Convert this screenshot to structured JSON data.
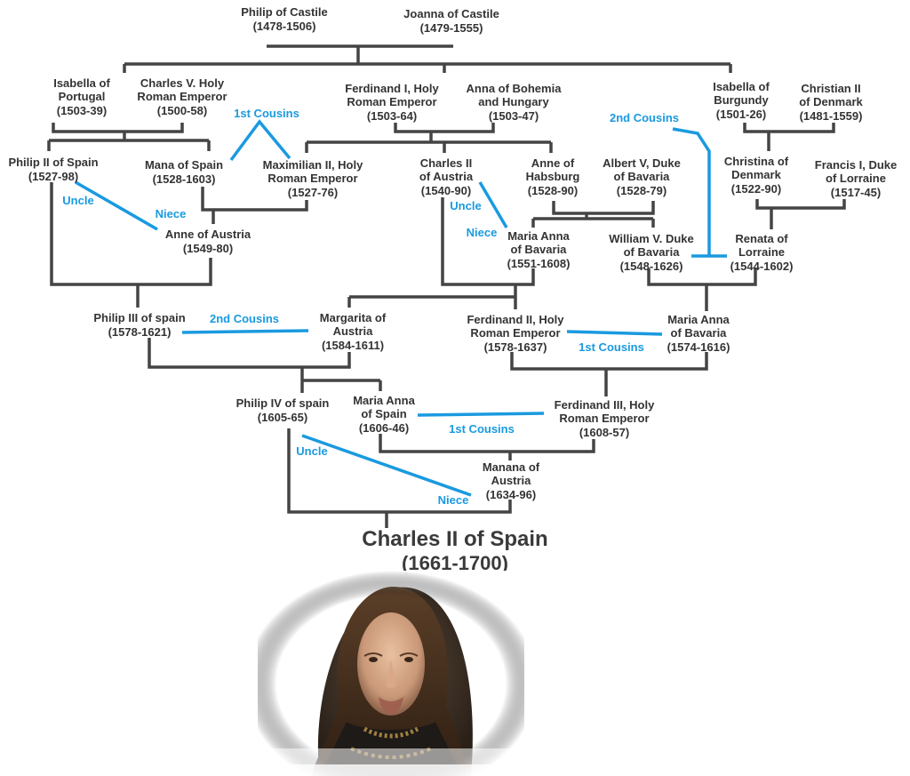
{
  "nodes": {
    "philip_castile": {
      "name": "Philip of Castile",
      "dates": "(1478-1506)"
    },
    "joanna_castile": {
      "name": "Joanna of Castile",
      "dates": "(1479-1555)"
    },
    "isabella_portugal": {
      "name": "Isabella of\nPortugal",
      "dates": "(1503-39)"
    },
    "charles_v": {
      "name": "Charles V. Holy\nRoman Emperor",
      "dates": "(1500-58)"
    },
    "ferdinand_i": {
      "name": "Ferdinand I, Holy\nRoman Emperor",
      "dates": "(1503-64)"
    },
    "anna_bohemia": {
      "name": "Anna of Bohemia\nand Hungary",
      "dates": "(1503-47)"
    },
    "isabella_burgundy": {
      "name": "Isabella of\nBurgundy",
      "dates": "(1501-26)"
    },
    "christian_ii": {
      "name": "Christian II\nof Denmark",
      "dates": "(1481-1559)"
    },
    "philip_ii": {
      "name": "Philip II of Spain",
      "dates": "(1527-98)"
    },
    "mana_spain": {
      "name": "Mana of Spain",
      "dates": "(1528-1603)"
    },
    "maximilian_ii": {
      "name": "Maximilian II, Holy\nRoman Emperor",
      "dates": "(1527-76)"
    },
    "charles_ii_austria": {
      "name": "Charles II\nof Austria",
      "dates": "(1540-90)"
    },
    "anne_habsburg": {
      "name": "Anne of\nHabsburg",
      "dates": "(1528-90)"
    },
    "albert_v": {
      "name": "Albert V, Duke\nof Bavaria",
      "dates": "(1528-79)"
    },
    "christina_denmark": {
      "name": "Christina of\nDenmark",
      "dates": "(1522-90)"
    },
    "francis_i": {
      "name": "Francis I, Duke\nof Lorraine",
      "dates": "(1517-45)"
    },
    "anne_austria": {
      "name": "Anne of Austria",
      "dates": "(1549-80)"
    },
    "maria_anna_bavaria_1551": {
      "name": "Maria Anna\nof Bavaria",
      "dates": "(1551-1608)"
    },
    "william_v": {
      "name": "William V. Duke\nof Bavaria",
      "dates": "(1548-1626)"
    },
    "renata_lorraine": {
      "name": "Renata of\nLorraine",
      "dates": "(1544-1602)"
    },
    "philip_iii": {
      "name": "Philip III of spain",
      "dates": "(1578-1621)"
    },
    "margarita_austria": {
      "name": "Margarita of\nAustria",
      "dates": "(1584-1611)"
    },
    "ferdinand_ii": {
      "name": "Ferdinand II, Holy\nRoman Emperor",
      "dates": "(1578-1637)"
    },
    "maria_anna_bavaria_1574": {
      "name": "Maria Anna\nof Bavaria",
      "dates": "(1574-1616)"
    },
    "philip_iv": {
      "name": "Philip IV of spain",
      "dates": "(1605-65)"
    },
    "maria_anna_spain": {
      "name": "Maria Anna\nof Spain",
      "dates": "(1606-46)"
    },
    "ferdinand_iii": {
      "name": "Ferdinand III, Holy\nRoman Emperor",
      "dates": "(1608-57)"
    },
    "manana_austria": {
      "name": "Manana of\nAustria",
      "dates": "(1634-96)"
    }
  },
  "relations": {
    "first_cousins_a": "1st Cousins",
    "second_cousins_a": "2nd Cousins",
    "uncle_a": "Uncle",
    "niece_a": "Niece",
    "uncle_b": "Uncle",
    "niece_b": "Niece",
    "second_cousins_b": "2nd Cousins",
    "first_cousins_b": "1st Cousins",
    "first_cousins_c": "1st Cousins",
    "uncle_c": "Uncle",
    "niece_c": "Niece"
  },
  "main": {
    "name": "Charles II of Spain",
    "dates": "(1661-1700)"
  },
  "colors": {
    "tree_line": "#444444",
    "relation_line": "#1a9ae0",
    "text": "#333333"
  }
}
